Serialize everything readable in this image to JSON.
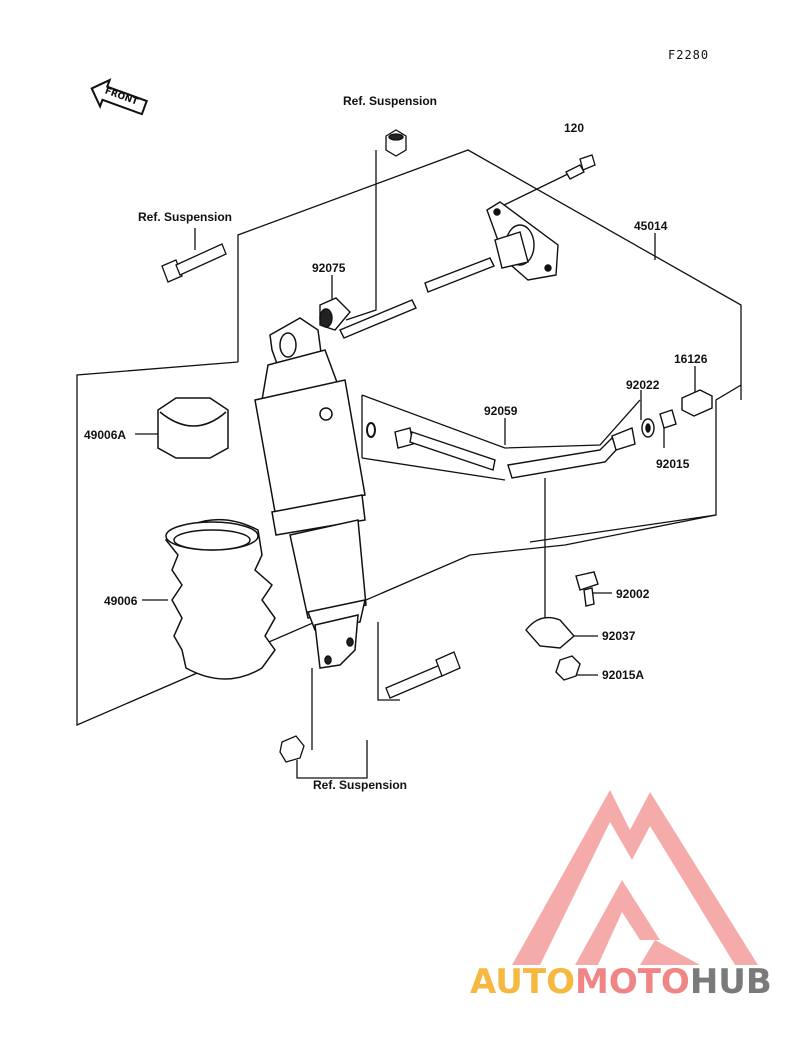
{
  "figure_code": "F2280",
  "front_arrow_text": "FRONT",
  "labels": {
    "ref_susp_top": "Ref. Suspension",
    "ref_susp_left": "Ref. Suspension",
    "ref_susp_bottom": "Ref. Suspension",
    "p120": "120",
    "p45014": "45014",
    "p92075": "92075",
    "p16126": "16126",
    "p92022": "92022",
    "p92059": "92059",
    "p92015": "92015",
    "p49006A": "49006A",
    "p49006": "49006",
    "p92002": "92002",
    "p92037": "92037",
    "p92015A": "92015A"
  },
  "watermark": {
    "part1": "AUTO",
    "part2": "MOTO",
    "part3": "HUB",
    "colors": {
      "auto": "#f5b942",
      "moto": "#ef7f7f",
      "hub": "#7a7a7a",
      "logo": "#f28a8a"
    }
  }
}
